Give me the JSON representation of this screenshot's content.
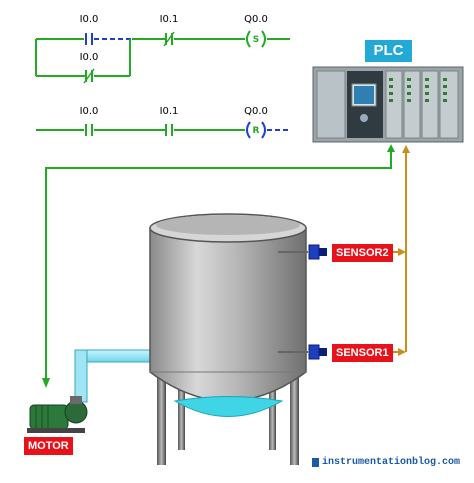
{
  "ladder": {
    "rung1": {
      "contact1": "I0.0",
      "contact2": "I0.1",
      "coil": "Q0.0",
      "coil_type": "S",
      "branch_contact": "I0.0"
    },
    "rung2": {
      "contact1": "I0.0",
      "contact2": "I0.1",
      "coil": "Q0.0",
      "coil_type": "R"
    }
  },
  "plc": {
    "label": "PLC"
  },
  "sensors": {
    "top": "SENSOR2",
    "bottom": "SENSOR1"
  },
  "motor": {
    "label": "MOTOR"
  },
  "watermark": "instrumentationblog.com",
  "colors": {
    "rail": "#22aa22",
    "wire_dashed": "#1f3fd1",
    "signal_in": "#c8901a",
    "label_bg": "#e8121b",
    "plc_label_bg": "#22a9d6",
    "liquid": "#3fd4e6"
  }
}
